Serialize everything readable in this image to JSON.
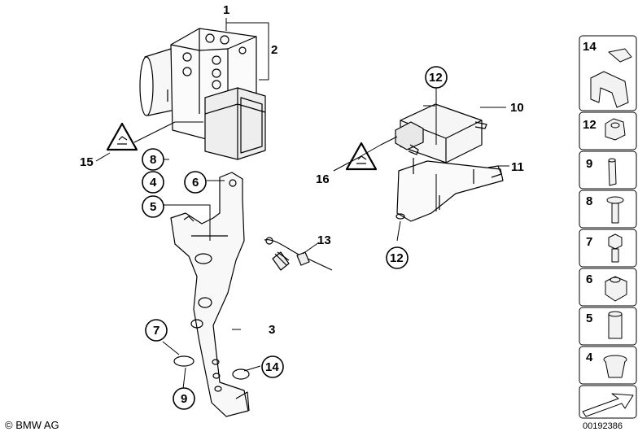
{
  "callouts": [
    {
      "id": "c1",
      "label": "1"
    },
    {
      "id": "c2",
      "label": "2"
    },
    {
      "id": "c3",
      "label": "3"
    },
    {
      "id": "c4",
      "label": "4"
    },
    {
      "id": "c5",
      "label": "5"
    },
    {
      "id": "c6",
      "label": "6"
    },
    {
      "id": "c7",
      "label": "7"
    },
    {
      "id": "c8",
      "label": "8"
    },
    {
      "id": "c9",
      "label": "9"
    },
    {
      "id": "c10",
      "label": "10"
    },
    {
      "id": "c11",
      "label": "11"
    },
    {
      "id": "c12a",
      "label": "12"
    },
    {
      "id": "c12b",
      "label": "12"
    },
    {
      "id": "c13",
      "label": "13"
    },
    {
      "id": "c14",
      "label": "14"
    },
    {
      "id": "c15",
      "label": "15"
    },
    {
      "id": "c16",
      "label": "16"
    }
  ],
  "sidebar": [
    {
      "label": "14"
    },
    {
      "label": "12"
    },
    {
      "label": "9"
    },
    {
      "label": "8"
    },
    {
      "label": "7"
    },
    {
      "label": "6"
    },
    {
      "label": "5"
    },
    {
      "label": "4"
    }
  ],
  "footer": {
    "copyright": "© BMW AG",
    "doc_number": "00192386"
  }
}
